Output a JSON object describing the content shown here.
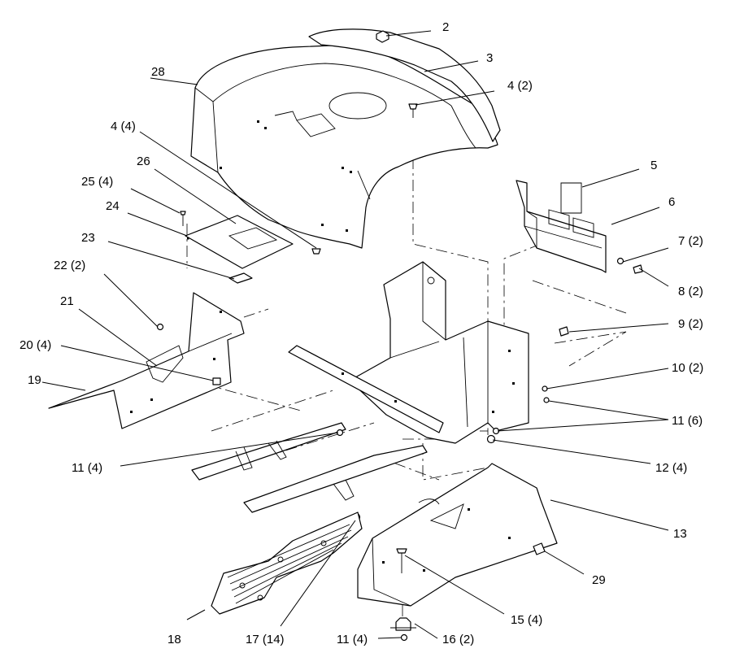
{
  "callouts": [
    {
      "id": "c2",
      "label": "2"
    },
    {
      "id": "c3",
      "label": "3"
    },
    {
      "id": "c4a",
      "label": "4 (2)"
    },
    {
      "id": "c28",
      "label": "28"
    },
    {
      "id": "c4b",
      "label": "4 (4)"
    },
    {
      "id": "c26",
      "label": "26"
    },
    {
      "id": "c25",
      "label": "25 (4)"
    },
    {
      "id": "c24",
      "label": "24"
    },
    {
      "id": "c23",
      "label": "23"
    },
    {
      "id": "c22",
      "label": "22 (2)"
    },
    {
      "id": "c21",
      "label": "21"
    },
    {
      "id": "c20",
      "label": "20 (4)"
    },
    {
      "id": "c19",
      "label": "19"
    },
    {
      "id": "c5",
      "label": "5"
    },
    {
      "id": "c6",
      "label": "6"
    },
    {
      "id": "c7",
      "label": "7 (2)"
    },
    {
      "id": "c8",
      "label": "8 (2)"
    },
    {
      "id": "c9",
      "label": "9 (2)"
    },
    {
      "id": "c10",
      "label": "10 (2)"
    },
    {
      "id": "c11a",
      "label": "11 (6)"
    },
    {
      "id": "c12",
      "label": "12 (4)"
    },
    {
      "id": "c11b",
      "label": "11 (4)"
    },
    {
      "id": "c13",
      "label": "13"
    },
    {
      "id": "c29",
      "label": "29"
    },
    {
      "id": "c15",
      "label": "15 (4)"
    },
    {
      "id": "c16",
      "label": "16 (2)"
    },
    {
      "id": "c11c",
      "label": "11 (4)"
    },
    {
      "id": "c17",
      "label": "17 (14)"
    },
    {
      "id": "c18",
      "label": "18"
    }
  ]
}
